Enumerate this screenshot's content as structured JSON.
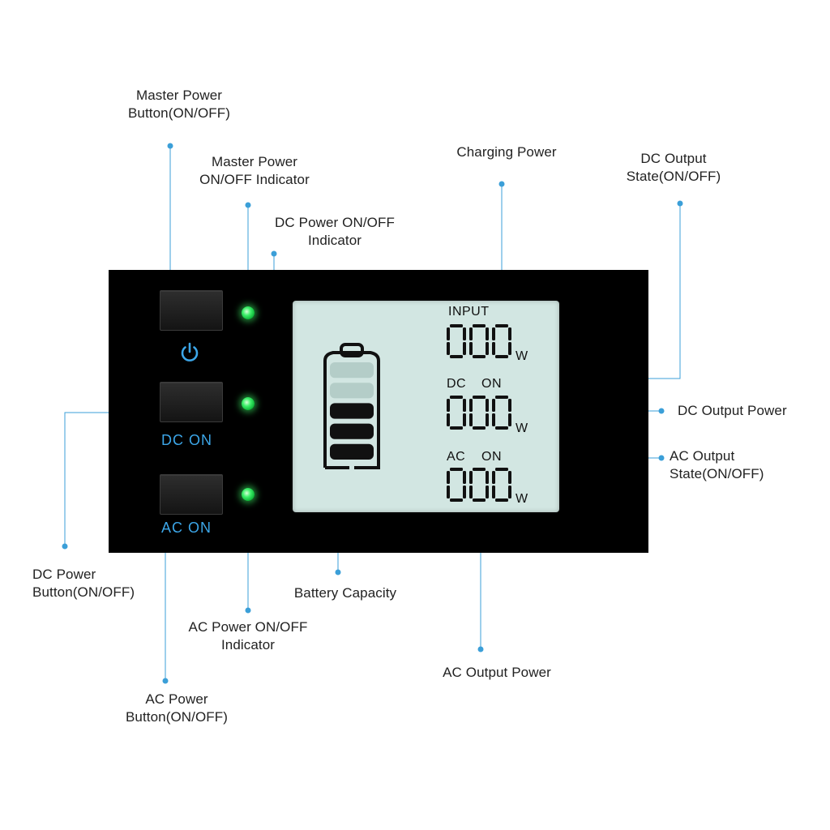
{
  "callouts": {
    "master_power_button": "Master Power\nButton(ON/OFF)",
    "master_power_indicator": "Master Power\nON/OFF Indicator",
    "dc_power_indicator": "DC Power ON/OFF\nIndicator",
    "charging_power": "Charging Power",
    "dc_output_state": "DC Output\nState(ON/OFF)",
    "dc_output_power": "DC Output Power",
    "ac_output_state": "AC Output\nState(ON/OFF)",
    "dc_power_button": "DC Power\nButton(ON/OFF)",
    "battery_capacity": "Battery Capacity",
    "ac_power_indicator": "AC Power ON/OFF\nIndicator",
    "ac_output_power": "AC Output Power",
    "ac_power_button": "AC Power\nButton(ON/OFF)"
  },
  "panel": {
    "dc_button_label": "DC ON",
    "ac_button_label": "AC ON",
    "power_icon": "power-icon"
  },
  "lcd": {
    "input_label": "INPUT",
    "input_value": "000",
    "dc_label": "DC",
    "dc_state": "ON",
    "dc_value": "000",
    "ac_label": "AC",
    "ac_state": "ON",
    "ac_value": "000",
    "unit": "W",
    "battery_segments_filled": 3,
    "battery_segments_total": 5
  },
  "colors": {
    "leader": "#3b9fd8",
    "led": "#3ef06a",
    "button_text": "#3ca6e8",
    "lcd_background": "#d2e6e2"
  }
}
